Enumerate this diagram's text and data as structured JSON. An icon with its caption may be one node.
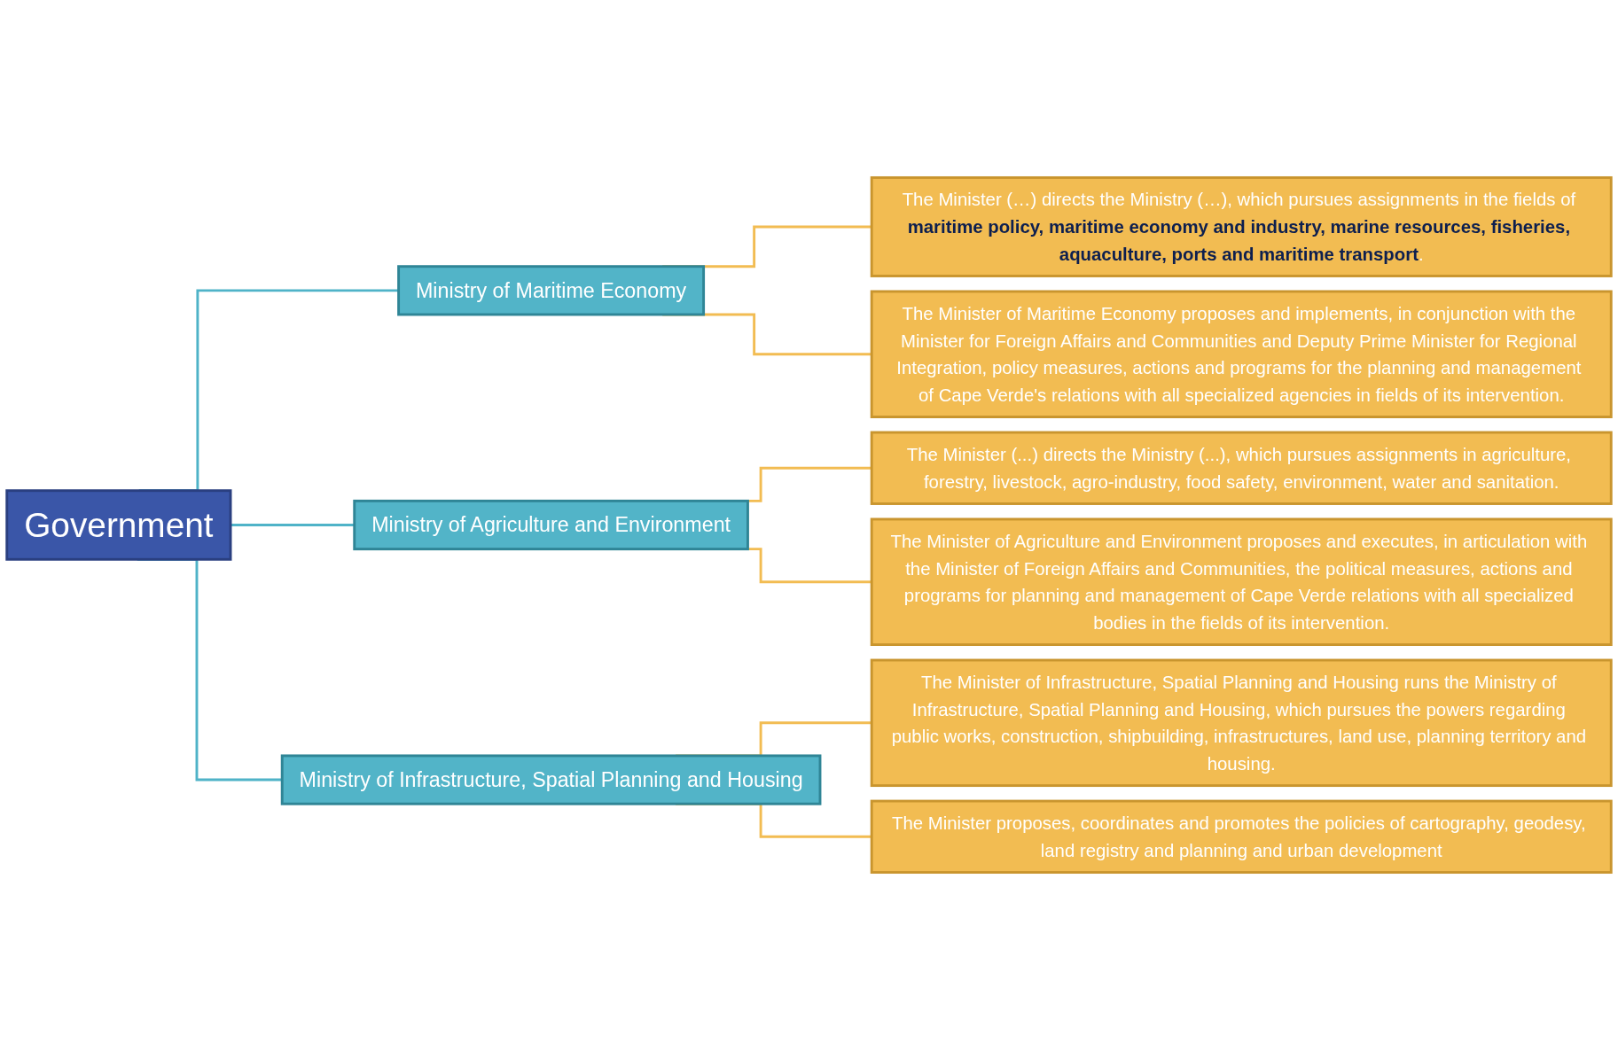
{
  "diagram": {
    "nodes": [
      {
        "text": [
          "Government"
        ]
      },
      {
        "text": [
          "Ministry of Maritime Economy"
        ]
      },
      {
        "text": [
          "Ministry of Agriculture and Environment"
        ]
      },
      {
        "text": [
          "Ministry of Infrastructure, Spatial Planning and Housing"
        ]
      },
      {
        "text": [
          "The Minister (…) directs the Ministry (…), which pursues assignments in the fields of **maritime policy, maritime economy and industry, marine resources, fisheries, aquaculture, ports and maritime transport**."
        ]
      },
      {
        "text": [
          "The Minister of Maritime Economy proposes and implements, in conjunction with the Minister for Foreign Affairs and Communities and Deputy Prime Minister for Regional Integration, policy measures, actions and programs for the planning and management of Cape Verde's relations with all specialized agencies in fields of its intervention."
        ]
      },
      {
        "text": [
          "The Minister (...) directs the Ministry (...), which pursues assignments in agriculture, forestry, livestock, agro-industry, food safety, environment, water and sanitation."
        ]
      },
      {
        "text": [
          "The Minister of Agriculture and Environment proposes and executes, in articulation with the Minister of Foreign Affairs and Communities, the political measures, actions and programs for planning and management of Cape Verde relations with all specialized bodies in the fields of its intervention."
        ]
      },
      {
        "text": [
          "The Minister of Infrastructure, Spatial Planning and Housing runs the Ministry of Infrastructure, Spatial Planning and Housing, which pursues the powers regarding public works, construction, shipbuilding, infrastructures, land use, planning territory and housing."
        ]
      },
      {
        "text": [
          "The Minister proposes, coordinates and promotes the policies of cartography, geodesy, land registry and planning and urban development"
        ]
      }
    ],
    "edges": [
      {
        "from": 0,
        "to": 1,
        "arrow": "none",
        "color": "#4fb3c8"
      },
      {
        "from": 0,
        "to": 2,
        "arrow": "none",
        "color": "#4fb3c8"
      },
      {
        "from": 0,
        "to": 3,
        "arrow": "none",
        "color": "#4fb3c8"
      },
      {
        "from": 1,
        "to": 4,
        "arrow": "none"
      },
      {
        "from": 1,
        "to": 5,
        "arrow": "none"
      },
      {
        "from": 2,
        "to": 6,
        "arrow": "none"
      },
      {
        "from": 2,
        "to": 7,
        "arrow": "none"
      },
      {
        "from": 3,
        "to": 8,
        "arrow": "none"
      },
      {
        "from": 3,
        "to": 9,
        "arrow": "none"
      }
    ]
  }
}
